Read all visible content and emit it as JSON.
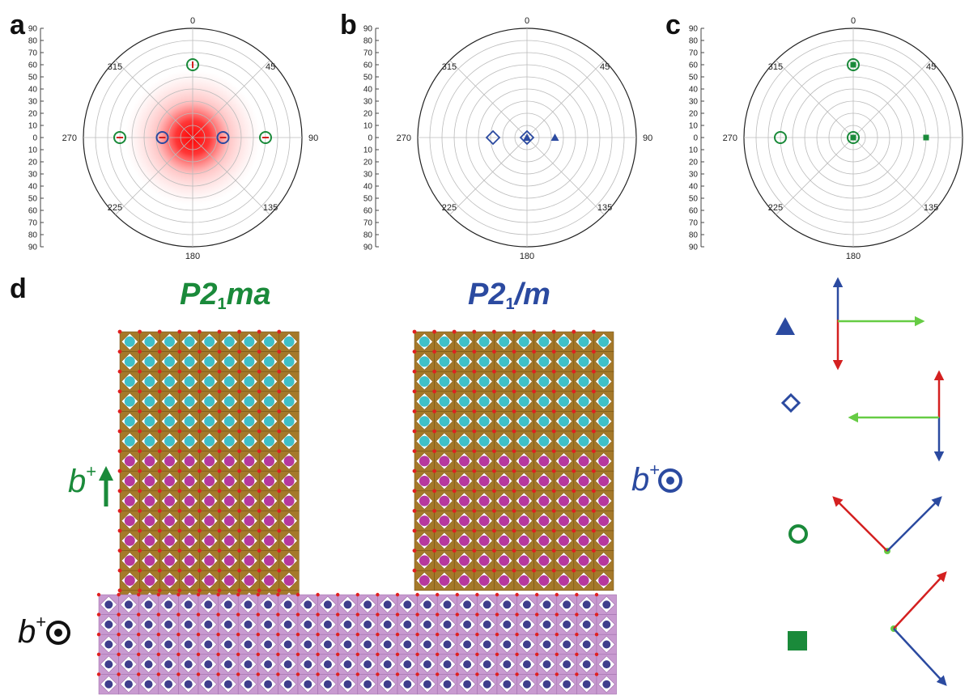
{
  "panels": {
    "a": {
      "letter": "a"
    },
    "b": {
      "letter": "b"
    },
    "c": {
      "letter": "c"
    },
    "d": {
      "letter": "d"
    }
  },
  "polar": {
    "radial_ticks": [
      "90",
      "80",
      "70",
      "60",
      "50",
      "40",
      "30",
      "20",
      "10",
      "0",
      "10",
      "20",
      "30",
      "40",
      "50",
      "60",
      "70",
      "80",
      "90"
    ],
    "angle_labels": {
      "a0": "0",
      "a45": "45",
      "a90": "90",
      "a135": "135",
      "a180": "180",
      "a225": "225",
      "a270": "270",
      "a315": "315"
    }
  },
  "plot_a": {
    "markers": [
      {
        "shape": "open-circle",
        "color": "#1a8a3a",
        "inner": "tick",
        "azimuth_deg": 0,
        "tilt_deg": 60
      },
      {
        "shape": "open-circle",
        "color": "#1a8a3a",
        "inner": "dash",
        "azimuth_deg": 270,
        "tilt_deg": 60
      },
      {
        "shape": "open-circle",
        "color": "#1a8a3a",
        "inner": "dash",
        "azimuth_deg": 90,
        "tilt_deg": 60
      },
      {
        "shape": "open-circle",
        "color": "#2b4aa0",
        "inner": "dash",
        "azimuth_deg": 270,
        "tilt_deg": 25
      },
      {
        "shape": "open-circle",
        "color": "#2b4aa0",
        "inner": "dash",
        "azimuth_deg": 90,
        "tilt_deg": 25
      }
    ]
  },
  "plot_b": {
    "markers": [
      {
        "shape": "open-diamond",
        "color": "#2b4aa0",
        "azimuth_deg": 270,
        "tilt_deg": 28
      },
      {
        "shape": "open-diamond",
        "color": "#2b4aa0",
        "azimuth_deg": 0,
        "tilt_deg": 0
      },
      {
        "shape": "filled-triangle",
        "color": "#2b4aa0",
        "azimuth_deg": 0,
        "tilt_deg": 0
      },
      {
        "shape": "filled-triangle",
        "color": "#2b4aa0",
        "azimuth_deg": 90,
        "tilt_deg": 23
      }
    ]
  },
  "plot_c": {
    "markers": [
      {
        "shape": "open-circle",
        "color": "#1a8a3a",
        "azimuth_deg": 0,
        "tilt_deg": 60
      },
      {
        "shape": "filled-square",
        "color": "#1a8a3a",
        "azimuth_deg": 0,
        "tilt_deg": 60
      },
      {
        "shape": "open-circle",
        "color": "#1a8a3a",
        "azimuth_deg": 270,
        "tilt_deg": 60
      },
      {
        "shape": "open-circle",
        "color": "#1a8a3a",
        "azimuth_deg": 0,
        "tilt_deg": 0
      },
      {
        "shape": "filled-square",
        "color": "#1a8a3a",
        "azimuth_deg": 0,
        "tilt_deg": 0
      },
      {
        "shape": "filled-square",
        "color": "#1a8a3a",
        "azimuth_deg": 90,
        "tilt_deg": 60
      }
    ]
  },
  "structure": {
    "title_left_main": "P2",
    "title_left_sub": "1",
    "title_left_rest": "ma",
    "title_right_main": "P2",
    "title_right_sub": "1",
    "title_right_rest": "/m",
    "bplus_left": "b",
    "bplus_right": "b",
    "bplus_bottom": "b",
    "plus_sign": "+"
  },
  "colors": {
    "green": "#1a8a3a",
    "blue": "#2b4aa0",
    "red": "#d42020",
    "octahedron_brown": "#a5792a",
    "cyan_atom": "#3fc0c8",
    "magenta_atom": "#b6389e",
    "substrate_purple": "#c89ad0",
    "substrate_atom": "#3e3e8c",
    "legend_arrow_green": "#66cc44"
  },
  "legend": {
    "items": [
      {
        "symbol": "filled-triangle",
        "color": "#2b4aa0"
      },
      {
        "symbol": "open-diamond",
        "color": "#2b4aa0"
      },
      {
        "symbol": "open-circle",
        "color": "#1a8a3a"
      },
      {
        "symbol": "filled-square",
        "color": "#1a8a3a"
      }
    ]
  }
}
